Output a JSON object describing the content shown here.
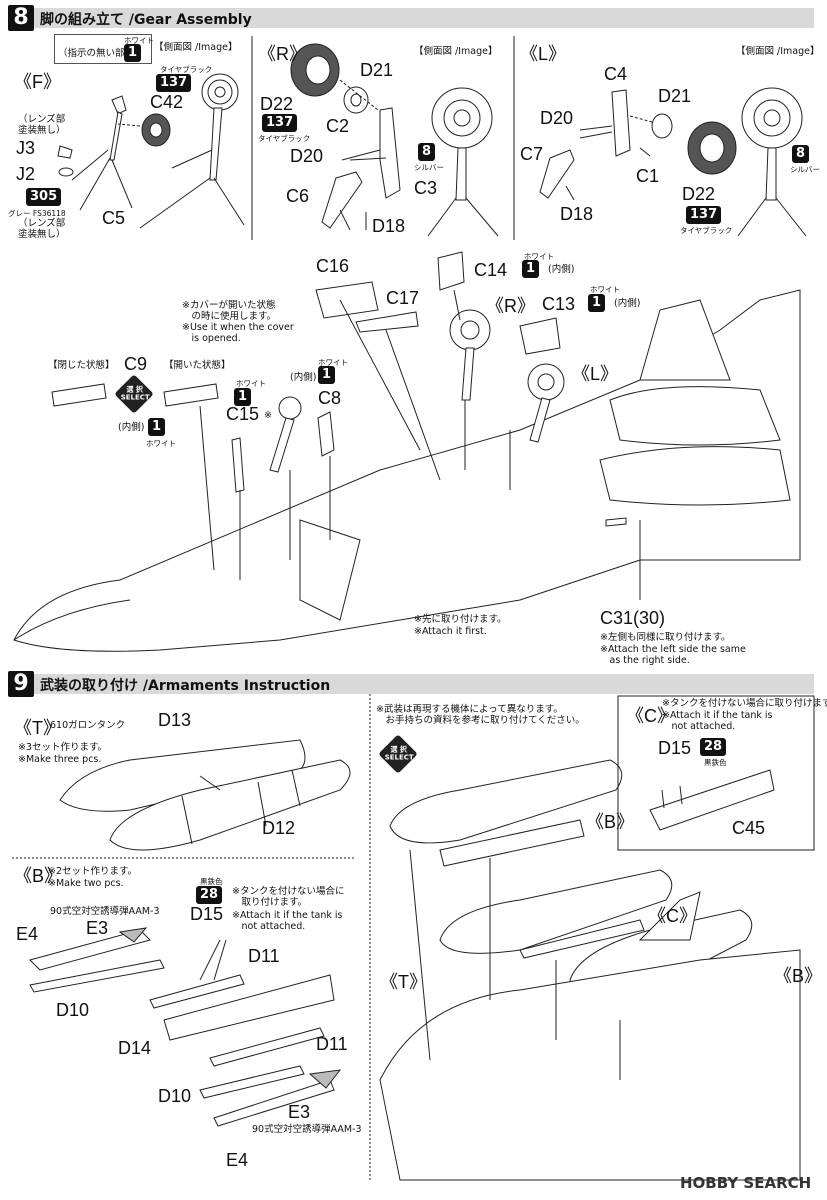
{
  "step8": {
    "number": "8",
    "title": "脚の組み立て /Gear Assembly",
    "no_instruction_note": "（指示の無い部分）",
    "no_instruction_badge": "1",
    "no_instruction_badge_caption": "ホワイト",
    "F": {
      "tag": "《F》",
      "side_view": "【側面図 /Image】",
      "c42_badge": "137",
      "c42_caption": "タイヤブラック",
      "c42": "C42",
      "lens_note_1": "（レンズ部\n塗装無し）",
      "j3": "J3",
      "j2": "J2",
      "j2_badge": "305",
      "j2_caption": "グレー FS36118",
      "lens_note_2": "（レンズ部\n塗装無し）",
      "c5": "C5"
    },
    "R": {
      "tag": "《R》",
      "side_view": "【側面図 /Image】",
      "d21": "D21",
      "d22": "D22",
      "d22_badge": "137",
      "d22_caption": "タイヤブラック",
      "c2": "C2",
      "d20": "D20",
      "c6": "C6",
      "d18": "D18",
      "c3": "C3",
      "silver_badge": "8",
      "silver_caption": "シルバー"
    },
    "L": {
      "tag": "《L》",
      "side_view": "【側面図 /Image】",
      "c4": "C4",
      "d21": "D21",
      "d20": "D20",
      "c7": "C7",
      "c1": "C1",
      "d18": "D18",
      "d22": "D22",
      "d22_badge": "137",
      "d22_caption": "タイヤブラック",
      "silver_badge": "8",
      "silver_caption": "シルバー"
    },
    "main": {
      "c16": "C16",
      "c14": "C14",
      "c14_badge": "1",
      "c14_caption": "ホワイト",
      "c14_inner": "(内側)",
      "c17": "C17",
      "r_tag": "《R》",
      "c13": "C13",
      "c13_badge": "1",
      "c13_caption": "ホワイト",
      "c13_inner": "(内側)",
      "cover_note_jp": "※カバーが開いた状態\n　の時に使用します。",
      "cover_note_en": "※Use it when the cover\n　is opened.",
      "closed_state": "【閉じた状態】",
      "c9": "C9",
      "open_state": "【開いた状態】",
      "select_text": "選 択\nSELECT",
      "inner_badge_left_inner": "(内側)",
      "inner_badge_left": "1",
      "inner_badge_left_caption": "ホワイト",
      "c9_badge": "1",
      "c9_badge_caption": "ホワイト",
      "c15": "C15",
      "c15_mark": "※",
      "c8_inner": "(内側)",
      "c8_badge": "1",
      "c8_caption": "ホワイト",
      "c8": "C8",
      "l_tag": "《L》",
      "first_note_jp": "※先に取り付けます。",
      "first_note_en": "※Attach it first.",
      "c31": "C31(30)",
      "left_note_jp": "※左側も同様に取り付けます。",
      "left_note_en": "※Attach the left side the same\n　as the right side."
    }
  },
  "step9": {
    "number": "9",
    "title": "武装の取り付け /Armaments Instruction",
    "T": {
      "tag": "《T》",
      "name": "610ガロンタンク",
      "d13": "D13",
      "note_jp": "※3セット作ります。",
      "note_en": "※Make three pcs.",
      "d12": "D12"
    },
    "B": {
      "tag": "《B》",
      "note_jp": "※2セット作ります。",
      "note_en": "※Make two pcs.",
      "badge_caption": "黒鉄色",
      "badge": "28",
      "d15": "D15",
      "tank_note_jp": "※タンクを付けない場合に\n　取り付けます。",
      "tank_note_en": "※Attach it if the tank is\n　not attached.",
      "aam_top": "90式空対空誘導弾AAM-3",
      "e4_top": "E4",
      "e3_top": "E3",
      "d11_top": "D11",
      "d10_top": "D10",
      "d14": "D14",
      "d11_bottom": "D11",
      "d10_bottom": "D10",
      "e3_bottom": "E3",
      "aam_bottom": "90式空対空誘導弾AAM-3",
      "e4_bottom": "E4"
    },
    "right": {
      "armament_note_jp": "※武装は再現する機体によって異なります。\n　お手持ちの資料を参考に取り付けてください。",
      "select_text": "選 択\nSELECT",
      "b_tag_1": "《B》",
      "c_tag": "《C》",
      "t_tag": "《T》",
      "b_tag_2": "《B》"
    },
    "C": {
      "tag": "《C》",
      "note_jp": "※タンクを付けない場合に取り付けます。",
      "note_en": "※Attach it if the tank is\n　not attached.",
      "d15": "D15",
      "badge": "28",
      "badge_caption": "黒鉄色",
      "c45": "C45"
    }
  },
  "watermark": "HOBBY SEARCH"
}
